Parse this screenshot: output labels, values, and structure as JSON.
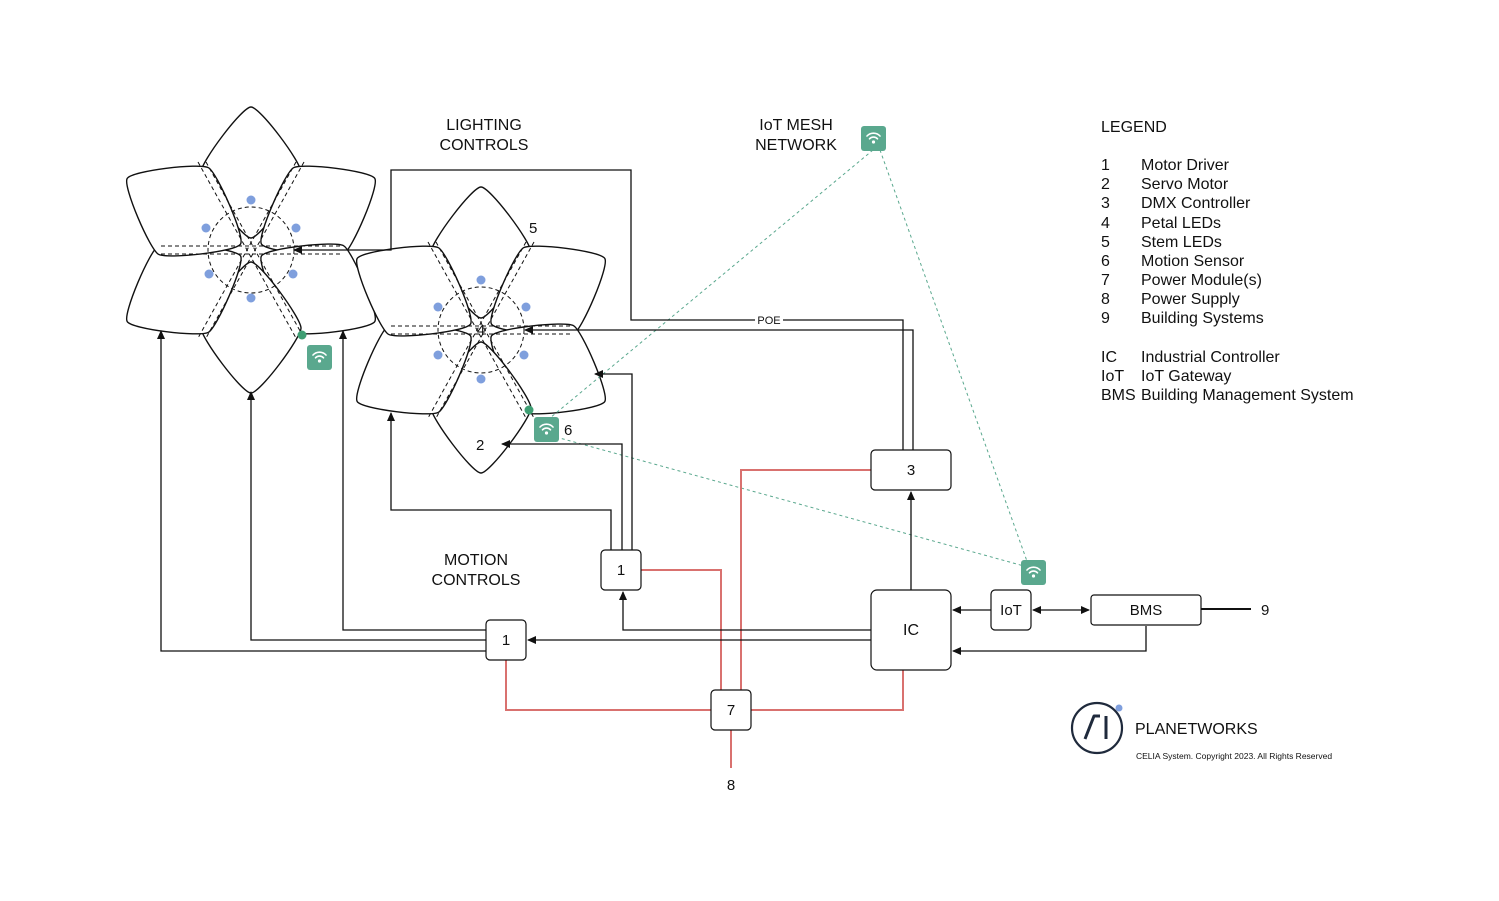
{
  "labels": {
    "lighting_line1": "LIGHTING",
    "lighting_line2": "CONTROLS",
    "mesh_line1": "IoT MESH",
    "mesh_line2": "NETWORK",
    "motion_line1": "MOTION",
    "motion_line2": "CONTROLS",
    "poe": "POE",
    "flower_center": "4",
    "stem_marker": "5",
    "servo_marker": "2",
    "sensor_marker": "6",
    "power_supply_marker": "8",
    "building_systems_marker": "9"
  },
  "nodes": {
    "motor_driver_upper": "1",
    "motor_driver_lower": "1",
    "power_module": "7",
    "dmx_controller": "3",
    "industrial_controller": "IC",
    "iot_gateway": "IoT",
    "bms": "BMS"
  },
  "legend": {
    "title": "LEGEND",
    "numbered": [
      {
        "key": "1",
        "value": "Motor Driver"
      },
      {
        "key": "2",
        "value": "Servo Motor"
      },
      {
        "key": "3",
        "value": "DMX Controller"
      },
      {
        "key": "4",
        "value": "Petal LEDs"
      },
      {
        "key": "5",
        "value": "Stem LEDs"
      },
      {
        "key": "6",
        "value": "Motion Sensor"
      },
      {
        "key": "7",
        "value": "Power Module(s)"
      },
      {
        "key": "8",
        "value": "Power Supply"
      },
      {
        "key": "9",
        "value": "Building Systems"
      }
    ],
    "abbreviations": [
      {
        "key": "IC",
        "value": "Industrial Controller"
      },
      {
        "key": "IoT",
        "value": "IoT Gateway"
      },
      {
        "key": "BMS",
        "value": "Building Management System"
      }
    ]
  },
  "brand": {
    "name": "PLANETWORKS",
    "copyright": "CELIA System. Copyright 2023. All Rights Reserved",
    "logo_icon": "planetworks-ai-logo"
  },
  "icons": {
    "wifi": "wifi-icon"
  },
  "colors": {
    "power_line": "#d9716f",
    "mesh_line": "#5aa88e",
    "wifi_badge": "#5aa88e",
    "led_dot": "#7f9fdd",
    "sensor_dot": "#3e9e73"
  }
}
